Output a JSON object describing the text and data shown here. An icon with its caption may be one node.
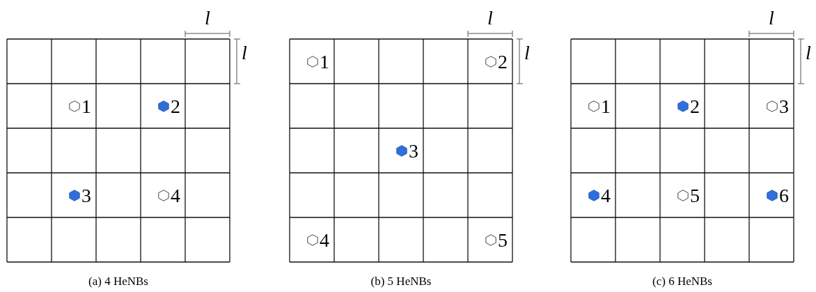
{
  "diagram": {
    "labels": [
      "l",
      "l",
      "1",
      "2",
      "3",
      "4",
      "(a) 4 HeNBs",
      "l",
      "l",
      "1",
      "2",
      "3",
      "4",
      "5",
      "(b) 5 HeNBs",
      "l",
      "l",
      "1",
      "2",
      "3",
      "4",
      "5",
      "6",
      "(c) 6 HeNBs"
    ]
  }
}
